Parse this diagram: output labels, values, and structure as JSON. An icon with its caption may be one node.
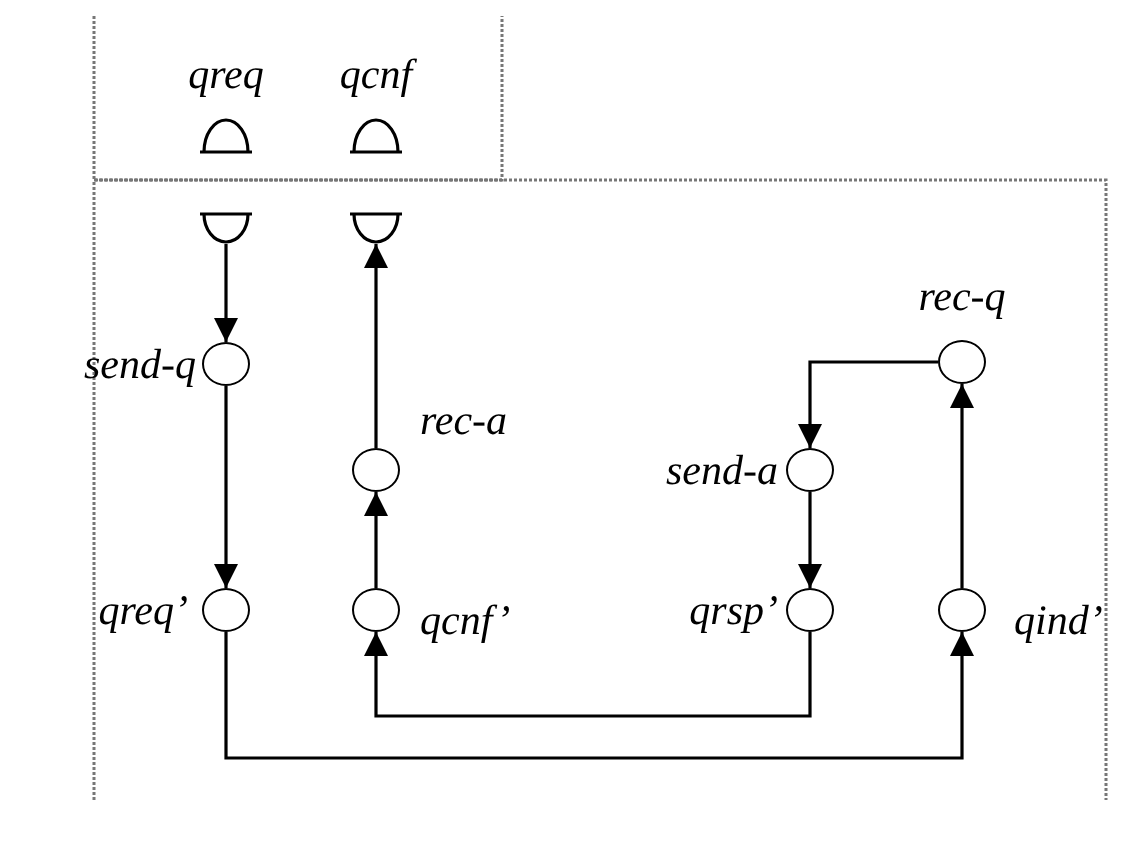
{
  "diagram": {
    "nodes": [
      {
        "text": [],
        "shape": "dome",
        "beside": [
          "qreq"
        ]
      },
      {
        "text": [],
        "shape": "dome",
        "beside": [
          "qcnf"
        ]
      },
      {
        "text": [],
        "shape": "cup"
      },
      {
        "text": [],
        "shape": "cup"
      },
      {
        "text": [],
        "shape": "circle",
        "beside": [
          "send-q"
        ]
      },
      {
        "text": [],
        "shape": "circle",
        "beside": [
          "rec-a"
        ]
      },
      {
        "text": [],
        "shape": "circle",
        "beside": [
          "rec-q"
        ]
      },
      {
        "text": [],
        "shape": "circle",
        "beside": [
          "send-a"
        ]
      },
      {
        "text": [],
        "shape": "circle",
        "beside": [
          "qreq’"
        ]
      },
      {
        "text": [],
        "shape": "circle",
        "beside": [
          "qcnf’"
        ]
      },
      {
        "text": [],
        "shape": "circle",
        "beside": [
          "qrsp’"
        ]
      },
      {
        "text": [],
        "shape": "circle",
        "beside": [
          "qind’"
        ]
      }
    ],
    "edges": [
      {
        "from": 2,
        "to": 4,
        "arrow": "to"
      },
      {
        "from": 4,
        "to": 8,
        "arrow": "to"
      },
      {
        "from": 5,
        "to": 3,
        "arrow": "to"
      },
      {
        "from": 9,
        "to": 5,
        "arrow": "to"
      },
      {
        "from": 6,
        "to": 7,
        "arrow": "to"
      },
      {
        "from": 7,
        "to": 10,
        "arrow": "to"
      },
      {
        "from": 11,
        "to": 6,
        "arrow": "to"
      },
      {
        "from": 10,
        "to": 9,
        "arrow": "to"
      },
      {
        "from": 8,
        "to": 11,
        "arrow": "to"
      }
    ]
  }
}
